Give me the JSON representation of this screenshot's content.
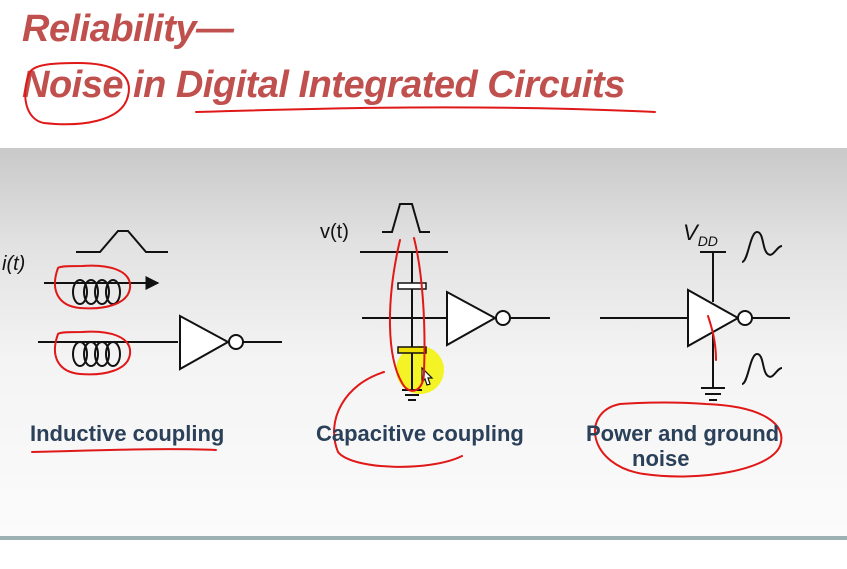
{
  "title": {
    "line1": "Reliability—",
    "line2_word": "Noise",
    "line2_rest": " in Digital Integrated Circuits"
  },
  "diagrams": {
    "inductive": {
      "label": "Inductive coupling",
      "signal_label": "i(t)"
    },
    "capacitive": {
      "label": "Capacitive coupling",
      "signal_label": "v(t)"
    },
    "power": {
      "label_line1": "Power and ground",
      "label_line2": "noise",
      "supply_label": "V",
      "supply_sub": "DD"
    }
  },
  "colors": {
    "title": "#c0504d",
    "label": "#2b4059",
    "annotation": "#e01818",
    "highlight": "#f2f200",
    "capacitor": "#f0e000"
  }
}
